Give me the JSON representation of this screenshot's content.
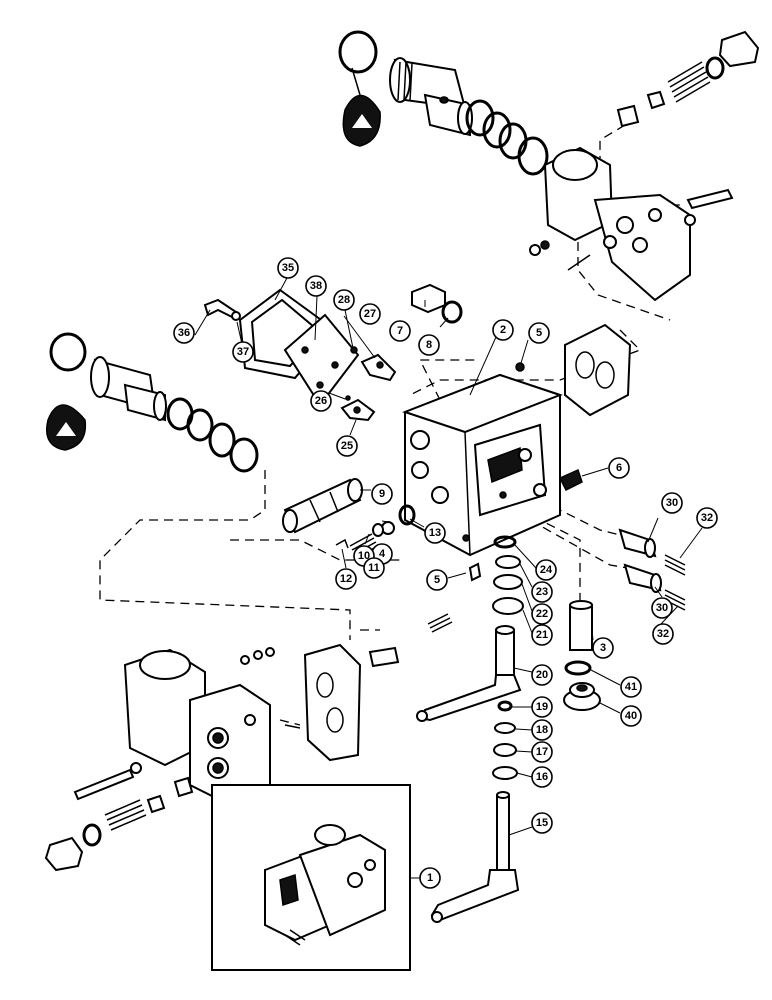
{
  "diagram": {
    "callouts": [
      {
        "id": "1",
        "label": "1"
      },
      {
        "id": "2",
        "label": "2"
      },
      {
        "id": "3",
        "label": "3"
      },
      {
        "id": "4",
        "label": "4"
      },
      {
        "id": "5a",
        "label": "5"
      },
      {
        "id": "5b",
        "label": "5"
      },
      {
        "id": "6",
        "label": "6"
      },
      {
        "id": "7",
        "label": "7"
      },
      {
        "id": "8",
        "label": "8"
      },
      {
        "id": "9",
        "label": "9"
      },
      {
        "id": "10",
        "label": "10"
      },
      {
        "id": "11",
        "label": "11"
      },
      {
        "id": "12",
        "label": "12"
      },
      {
        "id": "13",
        "label": "13"
      },
      {
        "id": "15",
        "label": "15"
      },
      {
        "id": "16",
        "label": "16"
      },
      {
        "id": "17",
        "label": "17"
      },
      {
        "id": "18",
        "label": "18"
      },
      {
        "id": "19",
        "label": "19"
      },
      {
        "id": "20",
        "label": "20"
      },
      {
        "id": "21",
        "label": "21"
      },
      {
        "id": "22",
        "label": "22"
      },
      {
        "id": "23",
        "label": "23"
      },
      {
        "id": "24",
        "label": "24"
      },
      {
        "id": "25",
        "label": "25"
      },
      {
        "id": "26",
        "label": "26"
      },
      {
        "id": "27",
        "label": "27"
      },
      {
        "id": "28",
        "label": "28"
      },
      {
        "id": "30a",
        "label": "30"
      },
      {
        "id": "30b",
        "label": "30"
      },
      {
        "id": "32a",
        "label": "32"
      },
      {
        "id": "32b",
        "label": "32"
      },
      {
        "id": "35",
        "label": "35"
      },
      {
        "id": "36",
        "label": "36"
      },
      {
        "id": "37",
        "label": "37"
      },
      {
        "id": "38",
        "label": "38"
      },
      {
        "id": "40",
        "label": "40"
      },
      {
        "id": "41",
        "label": "41"
      }
    ]
  }
}
